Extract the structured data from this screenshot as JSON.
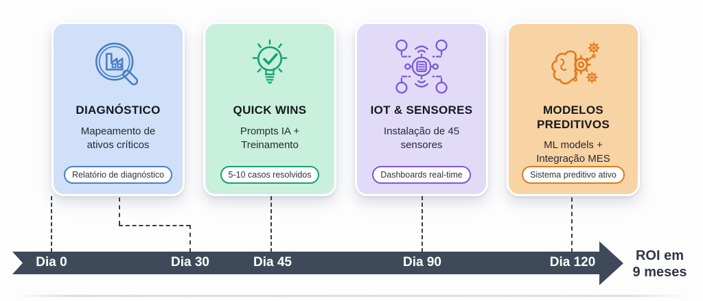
{
  "cards": [
    {
      "title": "DIAGNÓSTICO",
      "desc_lines": [
        "Mapeamento de",
        "ativos críticos"
      ],
      "badge": "Relatório de diagnóstico",
      "icon": "magnifier-factory-icon",
      "bg": "#cfe0f8",
      "accent": "#4a80c4"
    },
    {
      "title": "QUICK WINS",
      "desc_lines": [
        "Prompts IA +",
        "Treinamento"
      ],
      "badge": "5-10 casos resolvidos",
      "icon": "lightbulb-check-icon",
      "bg": "#c9f0dc",
      "accent": "#12a372"
    },
    {
      "title": "IOT & SENSORES",
      "desc_lines": [
        "Instalação de 45",
        "sensores"
      ],
      "badge": "Dashboards real-time",
      "icon": "iot-network-icon",
      "bg": "#e1dbf8",
      "accent": "#7e57d8"
    },
    {
      "title": "MODELOS PREDITIVOS",
      "desc_lines": [
        "ML models +",
        "Integração MES"
      ],
      "badge": "Sistema preditivo ativo",
      "icon": "brain-gears-icon",
      "bg": "#f8d3a3",
      "accent": "#e0791c"
    }
  ],
  "timeline": {
    "labels": [
      "Dia 0",
      "Dia 30",
      "Dia 45",
      "Dia 90",
      "Dia 120"
    ],
    "roi_lines": [
      "ROI em",
      "9 meses"
    ],
    "bar_color": "#3e4a59"
  }
}
